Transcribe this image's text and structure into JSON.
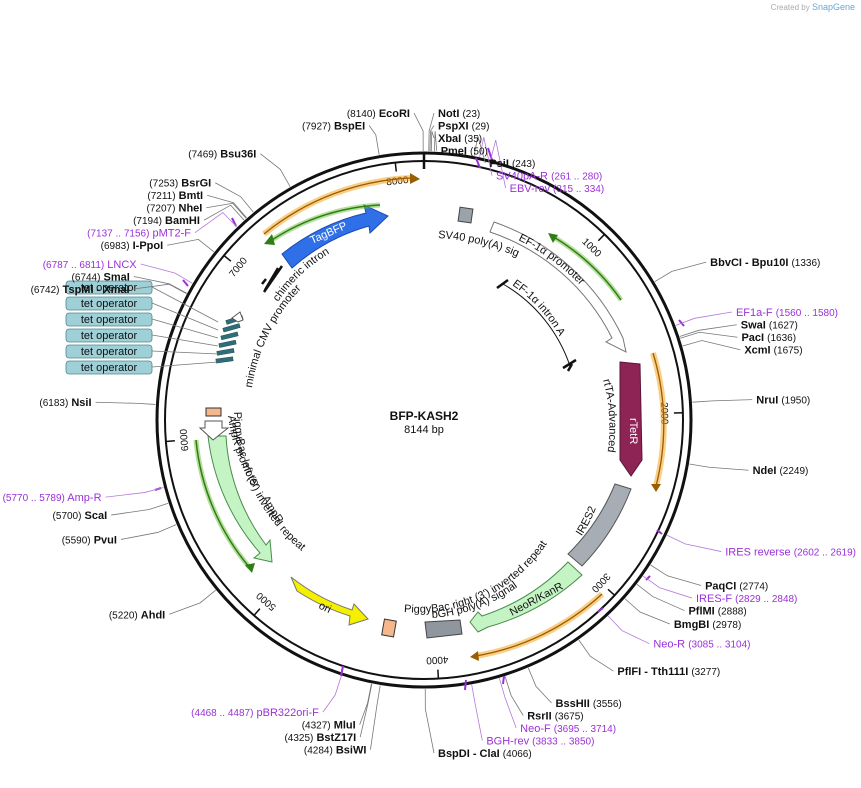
{
  "credit": {
    "prefix": "Created by",
    "brand": "SnapGene"
  },
  "plasmid": {
    "name": "BFP-KASH2",
    "length_label": "8144 bp",
    "length": 8144
  },
  "ticks": [
    {
      "label": "1000",
      "bp": 1000
    },
    {
      "label": "2000",
      "bp": 2000
    },
    {
      "label": "3000",
      "bp": 3000
    },
    {
      "label": "4000",
      "bp": 4000
    },
    {
      "label": "5000",
      "bp": 5000
    },
    {
      "label": "6000",
      "bp": 6000
    },
    {
      "label": "7000",
      "bp": 7000
    },
    {
      "label": "8000",
      "bp": 8000
    }
  ],
  "sites": [
    {
      "name": "EcoRI",
      "pos": "(8140)",
      "bp": 8140,
      "side": "left"
    },
    {
      "name": "BspEI",
      "pos": "(7927)",
      "bp": 7927,
      "side": "left"
    },
    {
      "name": "NotI",
      "pos": "(23)",
      "bp": 23,
      "side": "right"
    },
    {
      "name": "PspXI",
      "pos": "(29)",
      "bp": 29,
      "side": "right"
    },
    {
      "name": "XbaI",
      "pos": "(35)",
      "bp": 35,
      "side": "right"
    },
    {
      "name": "PmeI",
      "pos": "(50)",
      "bp": 50,
      "side": "right"
    },
    {
      "name": "PsiI",
      "pos": "(243)",
      "bp": 243,
      "side": "right"
    },
    {
      "name": "Bsu36I",
      "pos": "(7469)",
      "bp": 7469,
      "side": "left"
    },
    {
      "name": "BsrGI",
      "pos": "(7253)",
      "bp": 7253,
      "side": "left"
    },
    {
      "name": "BmtI",
      "pos": "(7211)",
      "bp": 7211,
      "side": "left"
    },
    {
      "name": "NheI",
      "pos": "(7207)",
      "bp": 7207,
      "side": "left"
    },
    {
      "name": "BamHI",
      "pos": "(7194)",
      "bp": 7194,
      "side": "left"
    },
    {
      "name": "I-PpoI",
      "pos": "(6983)",
      "bp": 6983,
      "side": "left"
    },
    {
      "name": "SmaI",
      "pos": "(6744)",
      "bp": 6744,
      "side": "left"
    },
    {
      "name": "TspMI - XmaI",
      "pos": "(6742)",
      "bp": 6742,
      "side": "left"
    },
    {
      "name": "NsiI",
      "pos": "(6183)",
      "bp": 6183,
      "side": "left"
    },
    {
      "name": "ScaI",
      "pos": "(5700)",
      "bp": 5700,
      "side": "left"
    },
    {
      "name": "PvuI",
      "pos": "(5590)",
      "bp": 5590,
      "side": "left"
    },
    {
      "name": "AhdI",
      "pos": "(5220)",
      "bp": 5220,
      "side": "left"
    },
    {
      "name": "MluI",
      "pos": "(4327)",
      "bp": 4327,
      "side": "left"
    },
    {
      "name": "BstZ17I",
      "pos": "(4325)",
      "bp": 4325,
      "side": "left"
    },
    {
      "name": "BsiWI",
      "pos": "(4284)",
      "bp": 4284,
      "side": "left"
    },
    {
      "name": "BspDI - ClaI",
      "pos": "(4066)",
      "bp": 4066,
      "side": "right"
    },
    {
      "name": "BbvCI - Bpu10I",
      "pos": "(1336)",
      "bp": 1336,
      "side": "right"
    },
    {
      "name": "SwaI",
      "pos": "(1627)",
      "bp": 1627,
      "side": "right"
    },
    {
      "name": "PacI",
      "pos": "(1636)",
      "bp": 1636,
      "side": "right"
    },
    {
      "name": "XcmI",
      "pos": "(1675)",
      "bp": 1675,
      "side": "right"
    },
    {
      "name": "NruI",
      "pos": "(1950)",
      "bp": 1950,
      "side": "right"
    },
    {
      "name": "NdeI",
      "pos": "(2249)",
      "bp": 2249,
      "side": "right"
    },
    {
      "name": "PaqCI",
      "pos": "(2774)",
      "bp": 2774,
      "side": "right"
    },
    {
      "name": "PflMI",
      "pos": "(2888)",
      "bp": 2888,
      "side": "right"
    },
    {
      "name": "BmgBI",
      "pos": "(2978)",
      "bp": 2978,
      "side": "right"
    },
    {
      "name": "PflFI - Tth111I",
      "pos": "(3277)",
      "bp": 3277,
      "side": "right"
    },
    {
      "name": "BssHII",
      "pos": "(3556)",
      "bp": 3556,
      "side": "right"
    },
    {
      "name": "RsrII",
      "pos": "(3675)",
      "bp": 3675,
      "side": "right"
    }
  ],
  "primers": [
    {
      "name": "SV40pA-R",
      "range": "(261 .. 280)",
      "bp": 270,
      "side": "right"
    },
    {
      "name": "EBV-rev",
      "range": "(315 .. 334)",
      "bp": 325,
      "side": "right"
    },
    {
      "name": "pMT2-F",
      "range": "(7137 .. 7156)",
      "bp": 7146,
      "side": "left"
    },
    {
      "name": "LNCX",
      "range": "(6787 .. 6811)",
      "bp": 6799,
      "side": "left"
    },
    {
      "name": "EF1a-F",
      "range": "(1560 .. 1580)",
      "bp": 1570,
      "side": "right"
    },
    {
      "name": "IRES reverse",
      "range": "(2602 .. 2619)",
      "bp": 2610,
      "side": "right"
    },
    {
      "name": "IRES-F",
      "range": "(2829 .. 2848)",
      "bp": 2838,
      "side": "right"
    },
    {
      "name": "Neo-R",
      "range": "(3085 .. 3104)",
      "bp": 3094,
      "side": "right"
    },
    {
      "name": "Neo-F",
      "range": "(3695 .. 3714)",
      "bp": 3704,
      "side": "right"
    },
    {
      "name": "BGH-rev",
      "range": "(3833 .. 3850)",
      "bp": 3841,
      "side": "right"
    },
    {
      "name": "Amp-R",
      "range": "(5770 .. 5789)",
      "bp": 5779,
      "side": "left"
    },
    {
      "name": "pBR322ori-F",
      "range": "(4468 .. 4487)",
      "bp": 4477,
      "side": "left"
    }
  ],
  "operators": [
    "tet operator",
    "tet operator",
    "tet operator",
    "tet operator",
    "tet operator",
    "tet operator"
  ],
  "features": [
    {
      "name": "SV40 poly(A) signal"
    },
    {
      "name": "EF-1α promoter"
    },
    {
      "name": "EF-1α intron A"
    },
    {
      "name": "rTetR"
    },
    {
      "name": "rtTA-Advanced"
    },
    {
      "name": "IRES2"
    },
    {
      "name": "NeoR/KanR"
    },
    {
      "name": "bGH poly(A) signal"
    },
    {
      "name": "PiggyBac right (3') inverted repeat"
    },
    {
      "name": "ori"
    },
    {
      "name": "AmpR"
    },
    {
      "name": "AmpR promoter"
    },
    {
      "name": "PiggyBac left (5') inverted repeat"
    },
    {
      "name": "minimal CMV promoter"
    },
    {
      "name": "chimeric intron"
    },
    {
      "name": "TagBFP"
    }
  ],
  "colors": {
    "backbone": "#111111",
    "enzyme_text": "#111111",
    "primer_text": "#9b30d9",
    "tagbfp": "#2f6fe8",
    "rtetr": "#8e2456",
    "ires": "#a7adb4",
    "neo": "#c4f3c4",
    "ori": "#f4f000",
    "amp": "#c4f3c4",
    "promoter_outline": "#777777",
    "orange_orf": "#f5a623",
    "green_orf": "#6bbf3c",
    "tet_operator": "#9fcfd7",
    "piggybac": "#f6b88a"
  }
}
